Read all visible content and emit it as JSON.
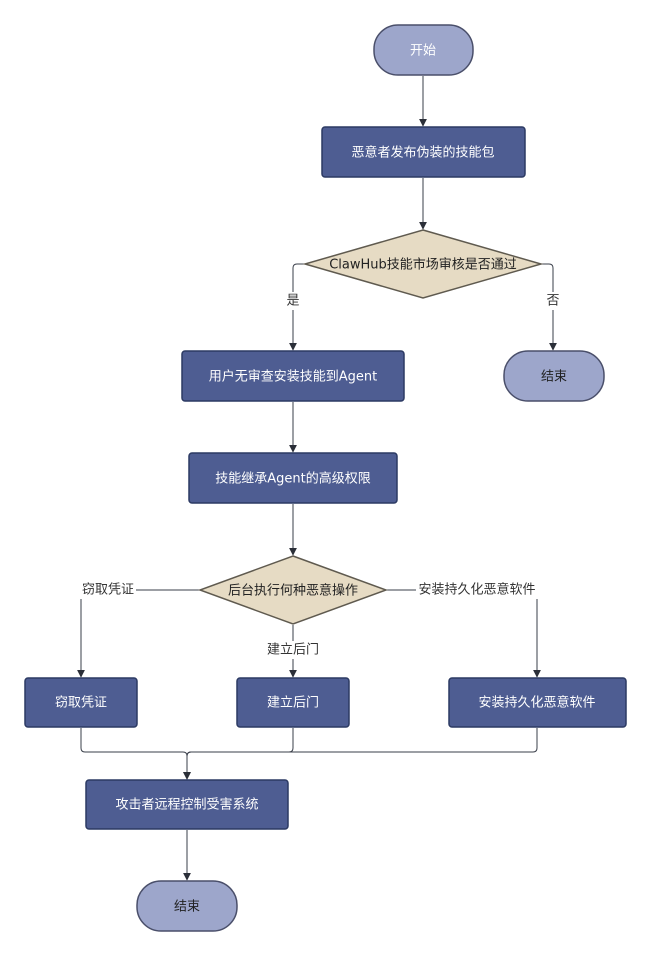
{
  "nodes": {
    "start": "开始",
    "publish": "恶意者发布伪装的技能包",
    "review": "ClawHub技能市场审核是否通过",
    "end_reject": "结束",
    "install": "用户无审查安装技能到Agent",
    "inherit": "技能继承Agent的高级权限",
    "action": "后台执行何种恶意操作",
    "steal": "窃取凭证",
    "backdoor": "建立后门",
    "persist": "安装持久化恶意软件",
    "control": "攻击者远程控制受害系统",
    "end_final": "结束"
  },
  "edge_labels": {
    "yes": "是",
    "no": "否",
    "steal": "窃取凭证",
    "backdoor": "建立后门",
    "persist": "安装持久化恶意软件"
  },
  "colors": {
    "process_fill": "#4e5d92",
    "terminal_fill": "#9da6cb",
    "decision_fill": "#e6dbc4"
  }
}
